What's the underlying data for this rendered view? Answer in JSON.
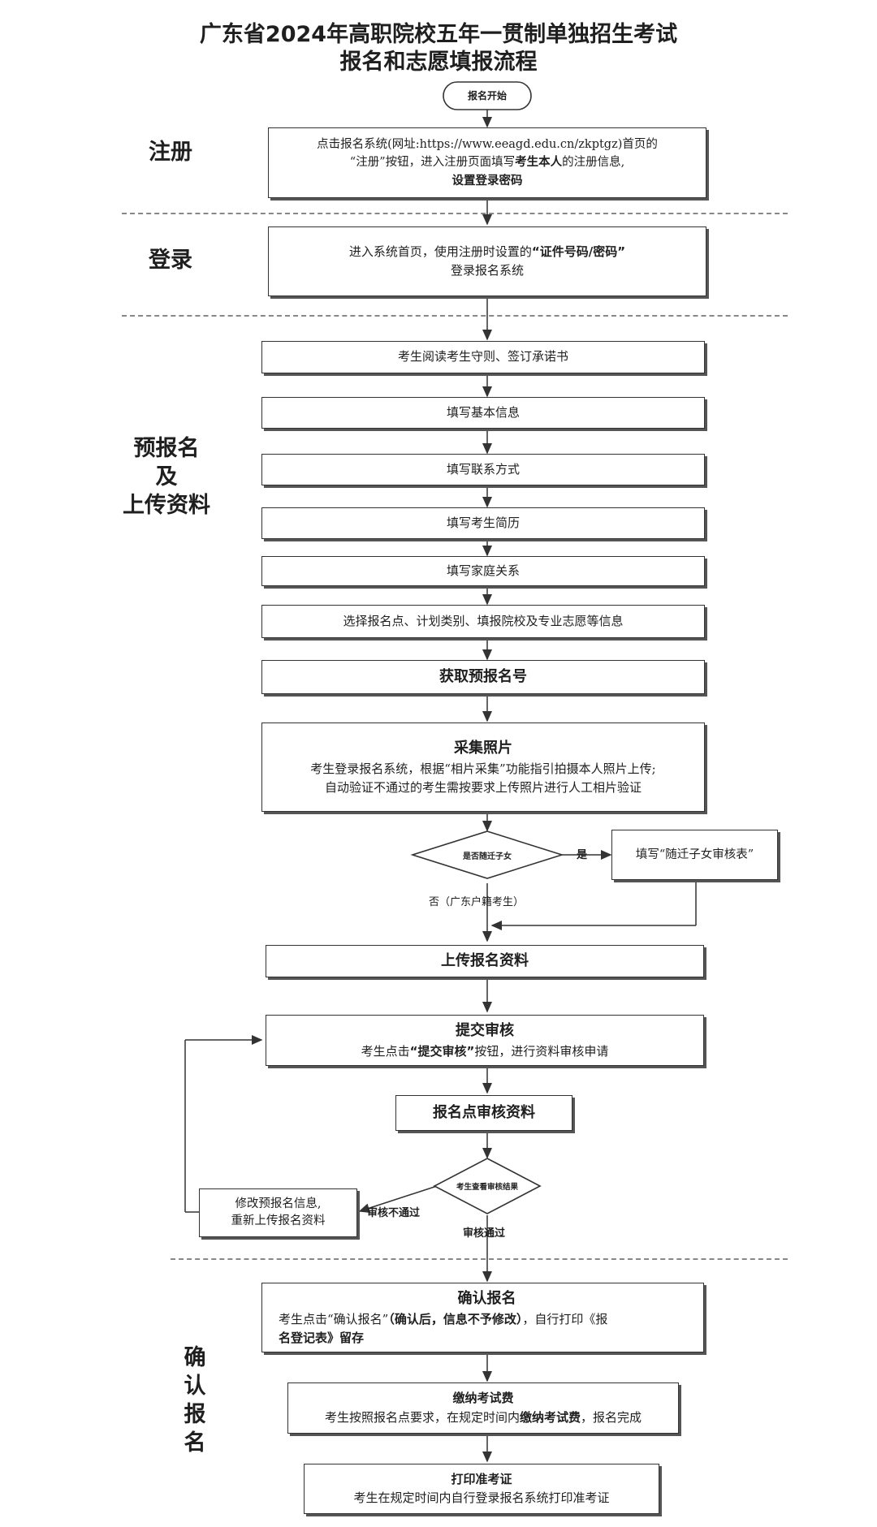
{
  "title": {
    "line1": "广东省2024年高职院校五年一贯制单独招生考试",
    "line2": "报名和志愿填报流程"
  },
  "sections": {
    "register": "注册",
    "login": "登录",
    "prereg": [
      "预报名",
      "及",
      "上传资料"
    ],
    "confirm": [
      "确",
      "认",
      "报",
      "名"
    ]
  },
  "start": "报名开始",
  "register_box": {
    "line1": "点击报名系统(网址:https://www.eeagd.edu.cn/zkptgz)首页的",
    "line2a": "“注册”按钮，进入注册页面填写",
    "line2b": "考生本人",
    "line2c": "的注册信息,",
    "line3": "设置登录密码"
  },
  "login_box": {
    "line1a": "进入系统首页，使用注册时设置的",
    "line1b": "“证件号码/密码”",
    "line2": "登录报名系统"
  },
  "steps": {
    "read_rules": "考生阅读考生守则、签订承诺书",
    "basic_info": "填写基本信息",
    "contact": "填写联系方式",
    "resume": "填写考生简历",
    "family": "填写家庭关系",
    "choose": "选择报名点、计划类别、填报院校及专业志愿等信息",
    "get_number": "获取预报名号"
  },
  "photo_box": {
    "title": "采集照片",
    "line1": "考生登录报名系统，根据“相片采集”功能指引拍摄本人照片上传;",
    "line2": "自动验证不通过的考生需按要求上传照片进行人工相片验证"
  },
  "decision1": {
    "text": "是否随迁子女",
    "yes": "是",
    "no": "否（广东户籍考生）"
  },
  "migrant_box": "填写“随迁子女审核表”",
  "upload": "上传报名资料",
  "submit_box": {
    "title": "提交审核",
    "line_a": "考生点击",
    "line_b": "“提交审核”",
    "line_c": "按钮，进行资料审核申请"
  },
  "review": "报名点审核资料",
  "decision2": {
    "text": "考生查看审核结果",
    "fail": "审核不通过",
    "pass": "审核通过"
  },
  "modify_box": {
    "line1": "修改预报名信息,",
    "line2": "重新上传报名资料"
  },
  "confirm_box": {
    "title": "确认报名",
    "line1a": "考生点击“确认报名”",
    "line1b": "（确认后，信息不予修改）",
    "line1c": "，自行打印《报",
    "line2": "名登记表》留存"
  },
  "fee_box": {
    "title": "缴纳考试费",
    "line_a": "考生按照报名点要求，在规定时间内",
    "line_b": "缴纳考试费",
    "line_c": "，报名完成"
  },
  "ticket_box": {
    "title": "打印准考证",
    "line": "考生在规定时间内自行登录报名系统打印准考证"
  }
}
